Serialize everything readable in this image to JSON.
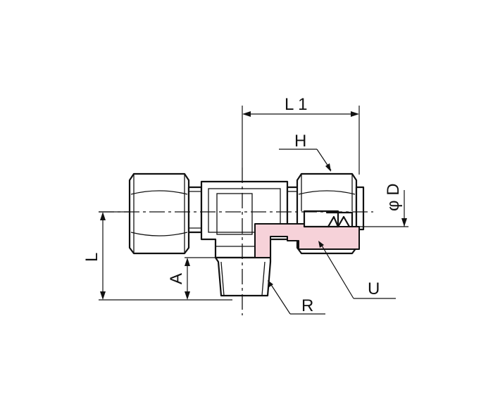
{
  "labels": {
    "l1": "L 1",
    "h": "H",
    "phi_d": "φ D",
    "l": "L",
    "a": "A",
    "r": "R",
    "u": "U"
  },
  "colors": {
    "line": "#111111",
    "highlight": "#f6d2d9",
    "background": "#ffffff"
  }
}
